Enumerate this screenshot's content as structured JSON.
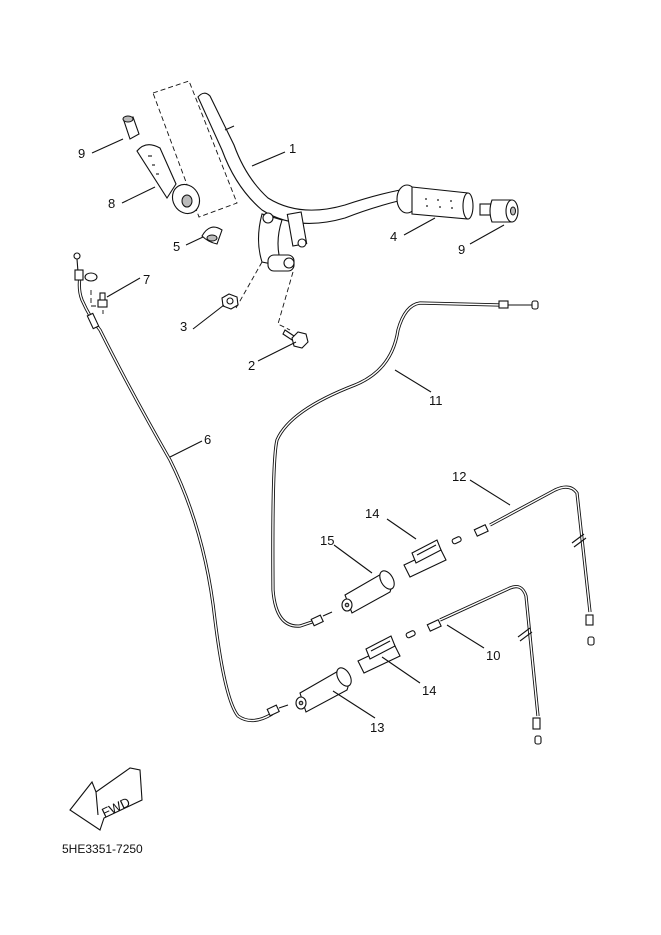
{
  "diagram": {
    "title": "Steering handle & cable parts diagram",
    "drawing_code": "5HE3351-7250",
    "fwd_label": "FWD",
    "callouts": [
      {
        "id": "1",
        "part": "handlebar"
      },
      {
        "id": "2",
        "part": "bolt"
      },
      {
        "id": "3",
        "part": "nut"
      },
      {
        "id": "4",
        "part": "right-grip"
      },
      {
        "id": "5",
        "part": "clamp-cap"
      },
      {
        "id": "6",
        "part": "throttle-cable"
      },
      {
        "id": "7",
        "part": "screw"
      },
      {
        "id": "8",
        "part": "throttle-grip-assembly"
      },
      {
        "id": "9",
        "part": "bar-end-weight"
      },
      {
        "id": "9b",
        "label": "9",
        "part": "bar-end-weight"
      },
      {
        "id": "10",
        "part": "brake-cable-rear"
      },
      {
        "id": "11",
        "part": "brake-cable-main"
      },
      {
        "id": "12",
        "part": "brake-cable-front"
      },
      {
        "id": "13",
        "part": "cable-cover"
      },
      {
        "id": "14",
        "part": "cable-joint"
      },
      {
        "id": "14b",
        "label": "14",
        "part": "cable-joint"
      },
      {
        "id": "15",
        "part": "cable-cover"
      }
    ],
    "labels": {
      "c1": "1",
      "c2": "2",
      "c3": "3",
      "c4": "4",
      "c5": "5",
      "c6": "6",
      "c7": "7",
      "c8": "8",
      "c9a": "9",
      "c9b": "9",
      "c10": "10",
      "c11": "11",
      "c12": "12",
      "c13": "13",
      "c14a": "14",
      "c14b": "14",
      "c15": "15"
    }
  }
}
